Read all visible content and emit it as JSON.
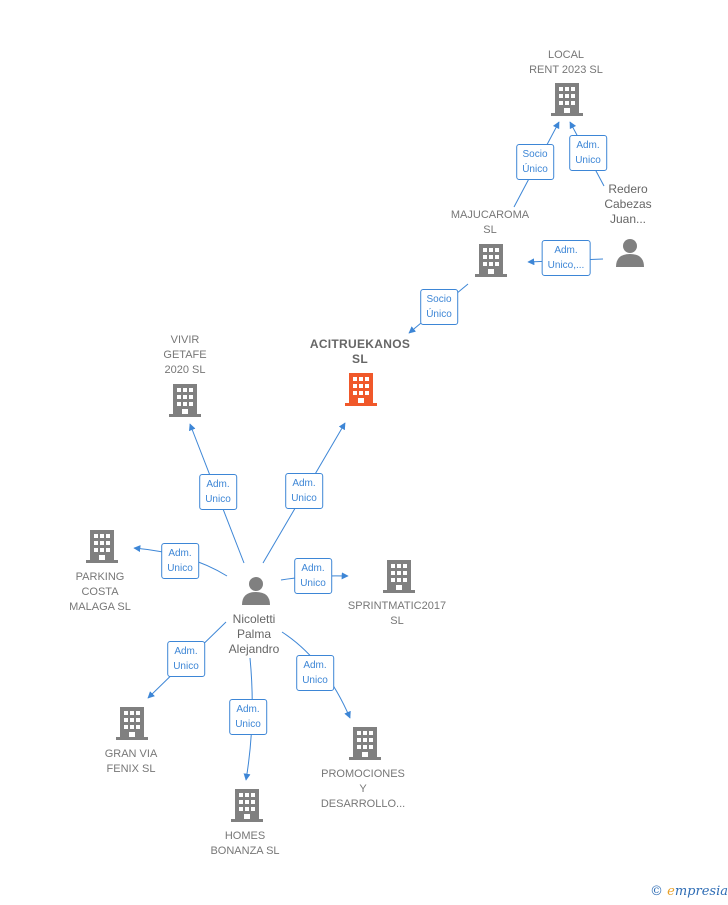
{
  "colors": {
    "company": "#808080",
    "main_company": "#f0582a",
    "person": "#808080",
    "edge": "#3d86d6"
  },
  "nodes": {
    "local_rent": "LOCAL\nRENT 2023  SL",
    "redero": "Redero\nCabezas\nJuan...",
    "majucaroma": "MAJUCAROMA\nSL",
    "acitruekanos": "ACITRUEKANOS\nSL",
    "vivir_getafe": "VIVIR\nGETAFE\n2020  SL",
    "parking": "PARKING\nCOSTA\nMALAGA  SL",
    "sprintmatic": "SPRINTMATIC2017\nSL",
    "nicoletti": "Nicoletti\nPalma\nAlejandro",
    "gran_via": "GRAN VIA\nFENIX  SL",
    "homes": "HOMES\nBONANZA  SL",
    "promociones": "PROMOCIONES\nY\nDESARROLLO..."
  },
  "edges": {
    "maj_local": "Socio\nÚnico",
    "red_local": "Adm.\nUnico",
    "red_maj": "Adm.\nUnico,...",
    "maj_aci": "Socio\nÚnico",
    "nic_vivir": "Adm.\nUnico",
    "nic_aci": "Adm.\nUnico",
    "nic_parking": "Adm.\nUnico",
    "nic_sprint": "Adm.\nUnico",
    "nic_granvia": "Adm.\nUnico",
    "nic_homes": "Adm.\nUnico",
    "nic_promo": "Adm.\nUnico"
  },
  "brand": {
    "symbol": "©",
    "first": "e",
    "rest": "mpresia"
  }
}
